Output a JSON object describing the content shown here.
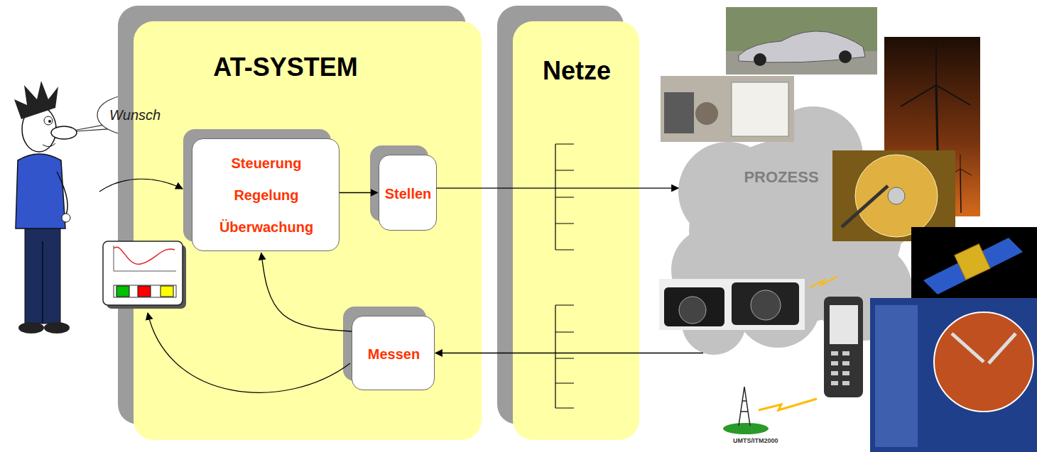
{
  "diagram": {
    "nodes": [
      {
        "text": [
          "Wunsch"
        ]
      },
      {
        "text": [
          "AT-SYSTEM"
        ]
      },
      {
        "text": [
          "Steuerung Regelung Überwachung"
        ],
        "in": 1
      },
      {
        "text": [
          "Stellen"
        ],
        "in": 1
      },
      {
        "text": [
          "Messen"
        ],
        "in": 1
      },
      {
        "text": [
          "Netze"
        ]
      },
      {
        "text": [
          "PROZESS"
        ]
      }
    ],
    "edges": [
      {
        "from": 2,
        "to": 3,
        "arrow": "to"
      },
      {
        "from": 3,
        "to": 6,
        "arrow": "to"
      },
      {
        "from": 6,
        "to": 4,
        "arrow": "to"
      },
      {
        "from": 4,
        "to": 2,
        "arrow": "to"
      }
    ],
    "labels": [
      "UMTS/ITM2000"
    ]
  }
}
